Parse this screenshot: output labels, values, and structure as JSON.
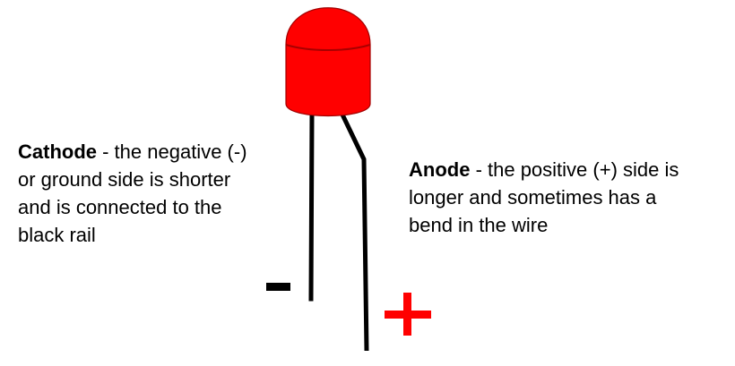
{
  "colors": {
    "led_body": "#ff0000",
    "led_outline": "#b00000",
    "leads": "#000000",
    "minus_symbol": "#000000",
    "plus_symbol": "#ff0000"
  },
  "cathode": {
    "title": "Cathode",
    "description_line1": " - the negative (-)",
    "description_line2": "or ground side is shorter",
    "description_line3": "and is connected to the",
    "description_line4": "black rail"
  },
  "anode": {
    "title": "Anode",
    "description_line1": " - the positive (+) side is",
    "description_line2": "longer and sometimes has a",
    "description_line3": "bend in the wire"
  }
}
